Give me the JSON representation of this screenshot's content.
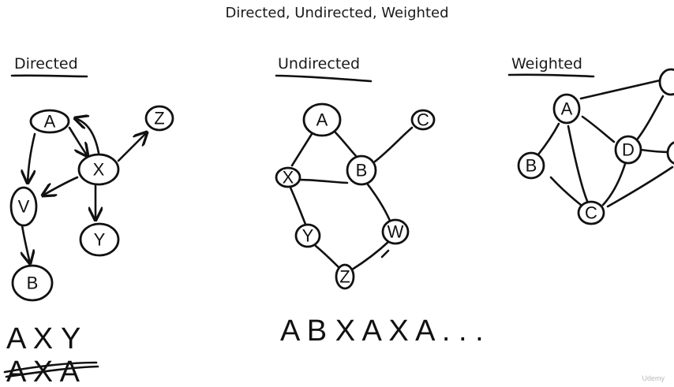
{
  "title": "Directed, Undirected, Weighted",
  "sections": {
    "directed": "Directed",
    "undirected": "Undirected",
    "weighted": "Weighted"
  },
  "directed_graph": {
    "nodes": [
      "A",
      "X",
      "Z",
      "V",
      "Y",
      "B"
    ],
    "edges": [
      [
        "A",
        "V"
      ],
      [
        "A",
        "X"
      ],
      [
        "X",
        "A"
      ],
      [
        "X",
        "Z"
      ],
      [
        "X",
        "V"
      ],
      [
        "X",
        "Y"
      ],
      [
        "V",
        "B"
      ]
    ]
  },
  "undirected_graph": {
    "nodes": [
      "A",
      "X",
      "B",
      "C",
      "Y",
      "W",
      "Z"
    ],
    "edges": [
      [
        "A",
        "X"
      ],
      [
        "A",
        "B"
      ],
      [
        "X",
        "B"
      ],
      [
        "B",
        "C"
      ],
      [
        "X",
        "Y"
      ],
      [
        "B",
        "W"
      ],
      [
        "Y",
        "Z"
      ],
      [
        "W",
        "Z"
      ]
    ]
  },
  "weighted_graph": {
    "nodes": [
      "A",
      "B",
      "D",
      "C"
    ],
    "edges": [
      [
        "A",
        "B"
      ],
      [
        "A",
        "D"
      ],
      [
        "A",
        "C"
      ],
      [
        "D",
        "C"
      ]
    ]
  },
  "notes": {
    "directed_path": "A X Y",
    "directed_crossed": "A X A",
    "undirected_path": "A B X A X A . . ."
  },
  "watermark": "Udemy"
}
